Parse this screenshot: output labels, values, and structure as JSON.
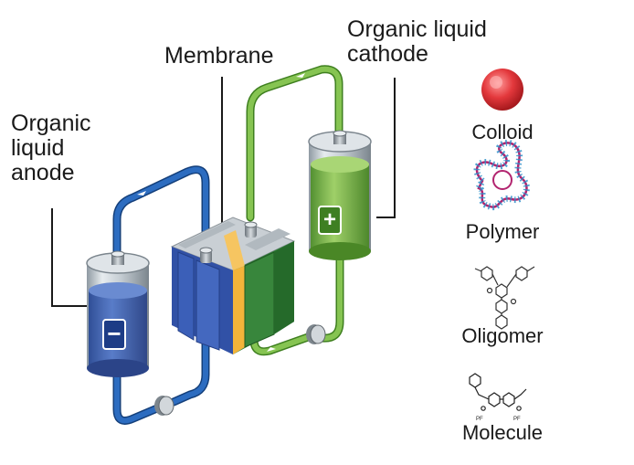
{
  "labels": {
    "anode": [
      "Organic",
      "liquid",
      "anode"
    ],
    "membrane": "Membrane",
    "cathode": [
      "Organic liquid",
      "cathode"
    ]
  },
  "tank_signs": {
    "anode": "−",
    "cathode": "+"
  },
  "legend": [
    {
      "label": "Colloid",
      "icon": "colloid-sphere-icon"
    },
    {
      "label": "Polymer",
      "icon": "polymer-chain-icon"
    },
    {
      "label": "Oligomer",
      "icon": "oligomer-structure-icon"
    },
    {
      "label": "Molecule",
      "icon": "molecule-structure-icon"
    }
  ],
  "colors": {
    "anode_pipe": "#1f5fae",
    "cathode_pipe": "#6fb43f",
    "anode_fluid": "#3c5fb0",
    "cathode_fluid": "#7cbb4a",
    "membrane": "#f3b43a",
    "colloid": "#d9262b",
    "polymer": "#2f8fc9"
  }
}
